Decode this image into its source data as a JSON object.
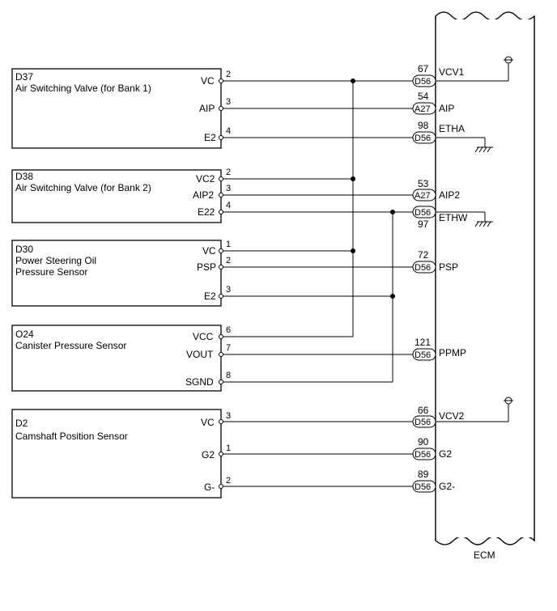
{
  "components": [
    {
      "id": "D37",
      "name_lines": [
        "Air Switching Valve (for Bank 1)"
      ],
      "pins": [
        {
          "label": "VC",
          "num": "2"
        },
        {
          "label": "AIP",
          "num": "3"
        },
        {
          "label": "E2",
          "num": "4"
        }
      ]
    },
    {
      "id": "D38",
      "name_lines": [
        "Air Switching Valve (for Bank 2)"
      ],
      "pins": [
        {
          "label": "VC2",
          "num": "2"
        },
        {
          "label": "AIP2",
          "num": "3"
        },
        {
          "label": "E22",
          "num": "4"
        }
      ]
    },
    {
      "id": "D30",
      "name_lines": [
        "Power Steering Oil",
        "Pressure Sensor"
      ],
      "pins": [
        {
          "label": "VC",
          "num": "1"
        },
        {
          "label": "PSP",
          "num": "2"
        },
        {
          "label": "E2",
          "num": "3"
        }
      ]
    },
    {
      "id": "O24",
      "name_lines": [
        "Canister Pressure Sensor"
      ],
      "pins": [
        {
          "label": "VCC",
          "num": "6"
        },
        {
          "label": "VOUT",
          "num": "7"
        },
        {
          "label": "SGND",
          "num": "8"
        }
      ]
    },
    {
      "id": "D2",
      "name_lines": [
        "Camshaft Position Sensor"
      ],
      "pins": [
        {
          "label": "VC",
          "num": "3"
        },
        {
          "label": "G2",
          "num": "1"
        },
        {
          "label": "G-",
          "num": "2"
        }
      ]
    }
  ],
  "ecm": {
    "label": "ECM",
    "terminals": [
      {
        "conn": "D56",
        "num": "67",
        "signal": "VCV1"
      },
      {
        "conn": "A27",
        "num": "54",
        "signal": "AIP"
      },
      {
        "conn": "D56",
        "num": "98",
        "signal": "ETHA"
      },
      {
        "conn": "A27",
        "num": "53",
        "signal": "AIP2"
      },
      {
        "conn": "D56",
        "num": "97",
        "signal": "ETHW"
      },
      {
        "conn": "D56",
        "num": "72",
        "signal": "PSP"
      },
      {
        "conn": "D56",
        "num": "121",
        "signal": "PPMP"
      },
      {
        "conn": "D56",
        "num": "66",
        "signal": "VCV2"
      },
      {
        "conn": "D56",
        "num": "90",
        "signal": "G2"
      },
      {
        "conn": "D56",
        "num": "89",
        "signal": "G2-"
      }
    ]
  }
}
